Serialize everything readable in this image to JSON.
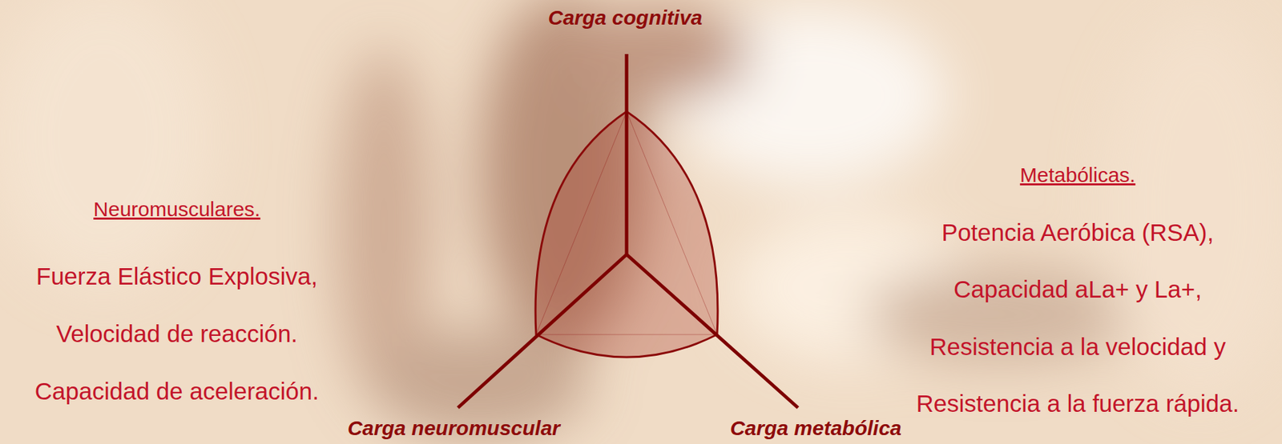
{
  "diagram": {
    "labels": [
      "Carga cognitiva",
      "Neuromusculares.",
      "Fuerza Elástico Explosiva,",
      "Velocidad de reacción.",
      "Capacidad de aceleración.",
      "Metabólicas.",
      "Potencia Aeróbica (RSA),",
      "Capacidad aLa+ y La+,",
      "Resistencia a la velocidad y",
      "Resistencia a la fuerza rápida.",
      "Carga neuromuscular",
      "Carga metabólica"
    ]
  }
}
